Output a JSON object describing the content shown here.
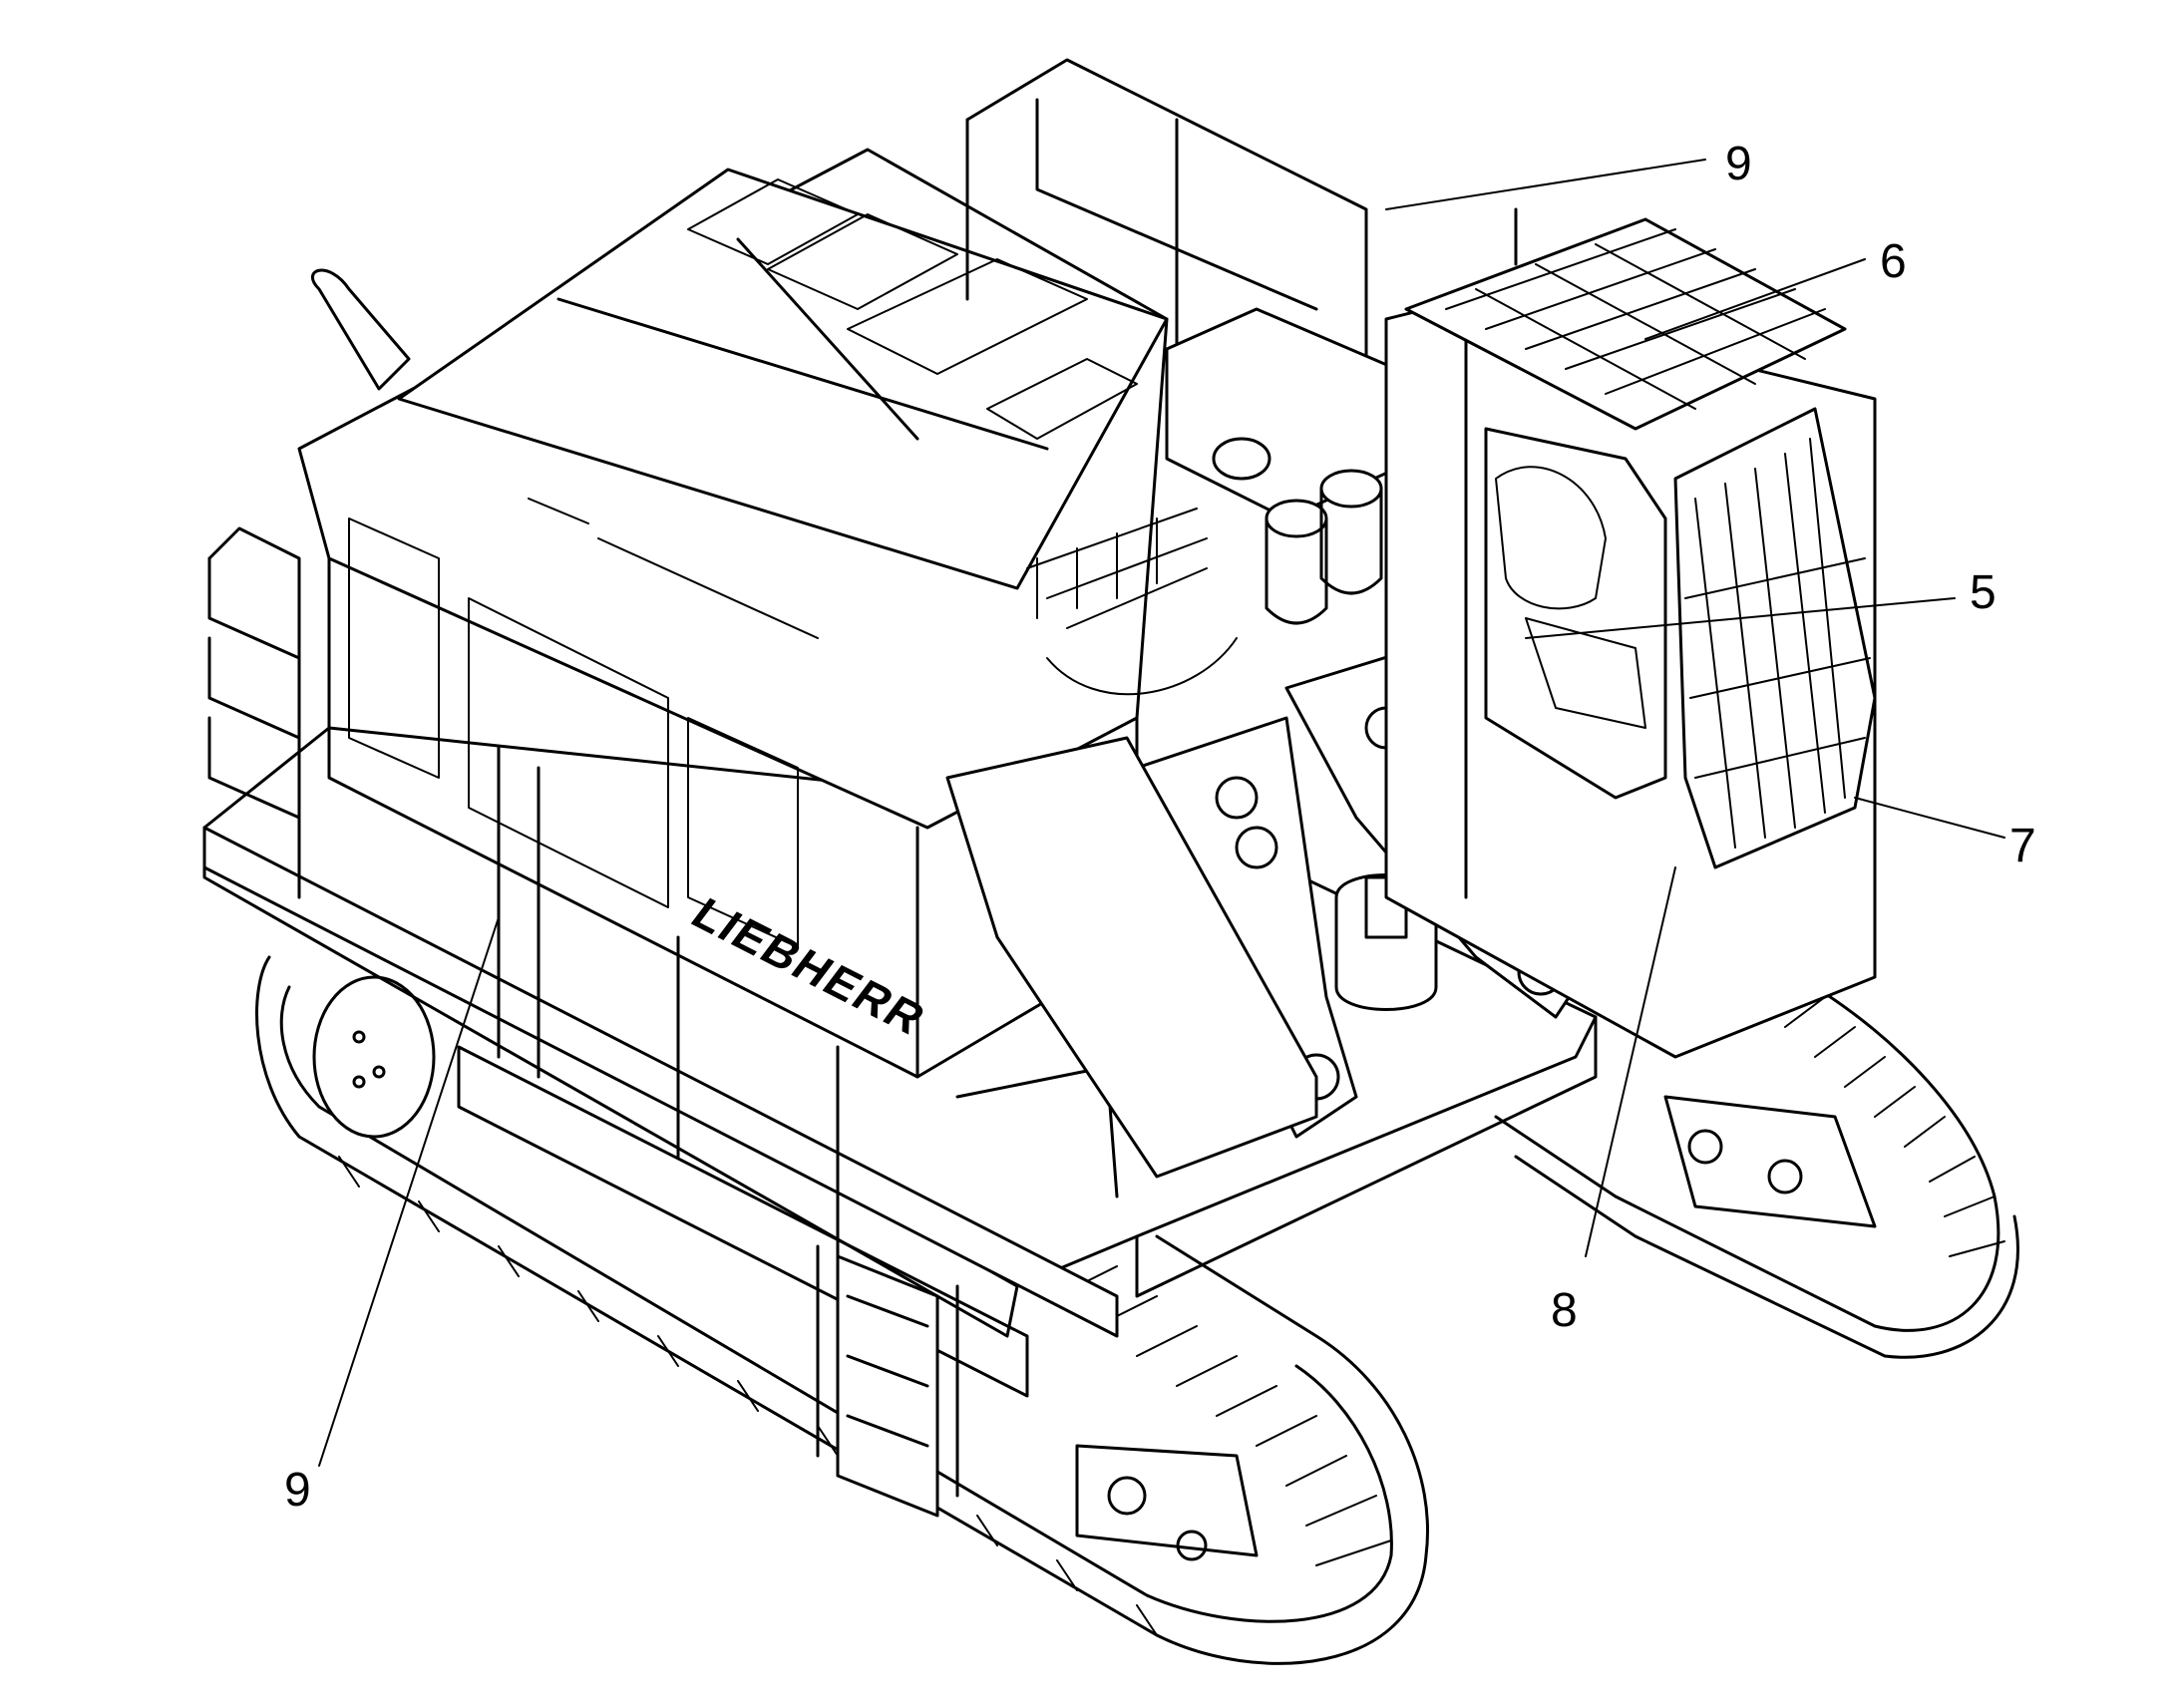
{
  "brand_logo": "LIEBHERR",
  "callouts": [
    {
      "label": "9"
    },
    {
      "label": "6"
    },
    {
      "label": "5"
    },
    {
      "label": "7"
    },
    {
      "label": "8"
    },
    {
      "label": "9"
    }
  ],
  "colors": {
    "line": "#000000",
    "background": "#ffffff"
  }
}
